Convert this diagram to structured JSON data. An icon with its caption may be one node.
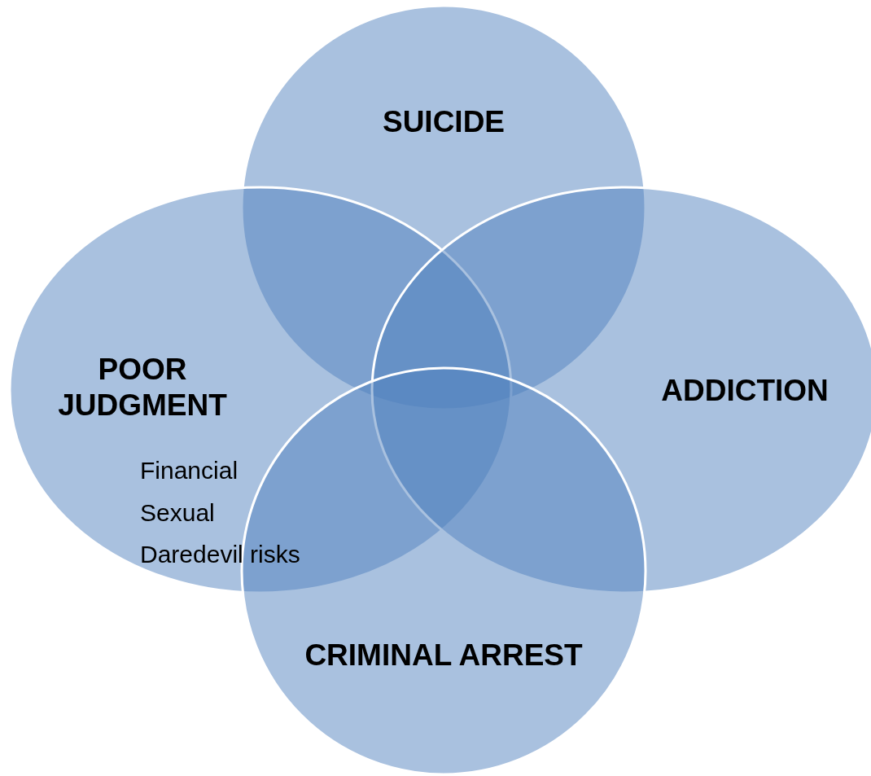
{
  "diagram": {
    "nodes": [
      {
        "text": [
          "SUICIDE"
        ]
      },
      {
        "text": [
          "POOR JUDGMENT",
          "Financial",
          "Sexual",
          "Daredevil risks"
        ]
      },
      {
        "text": [
          "ADDICTION"
        ]
      },
      {
        "text": [
          "CRIMINAL ARREST"
        ]
      }
    ]
  }
}
